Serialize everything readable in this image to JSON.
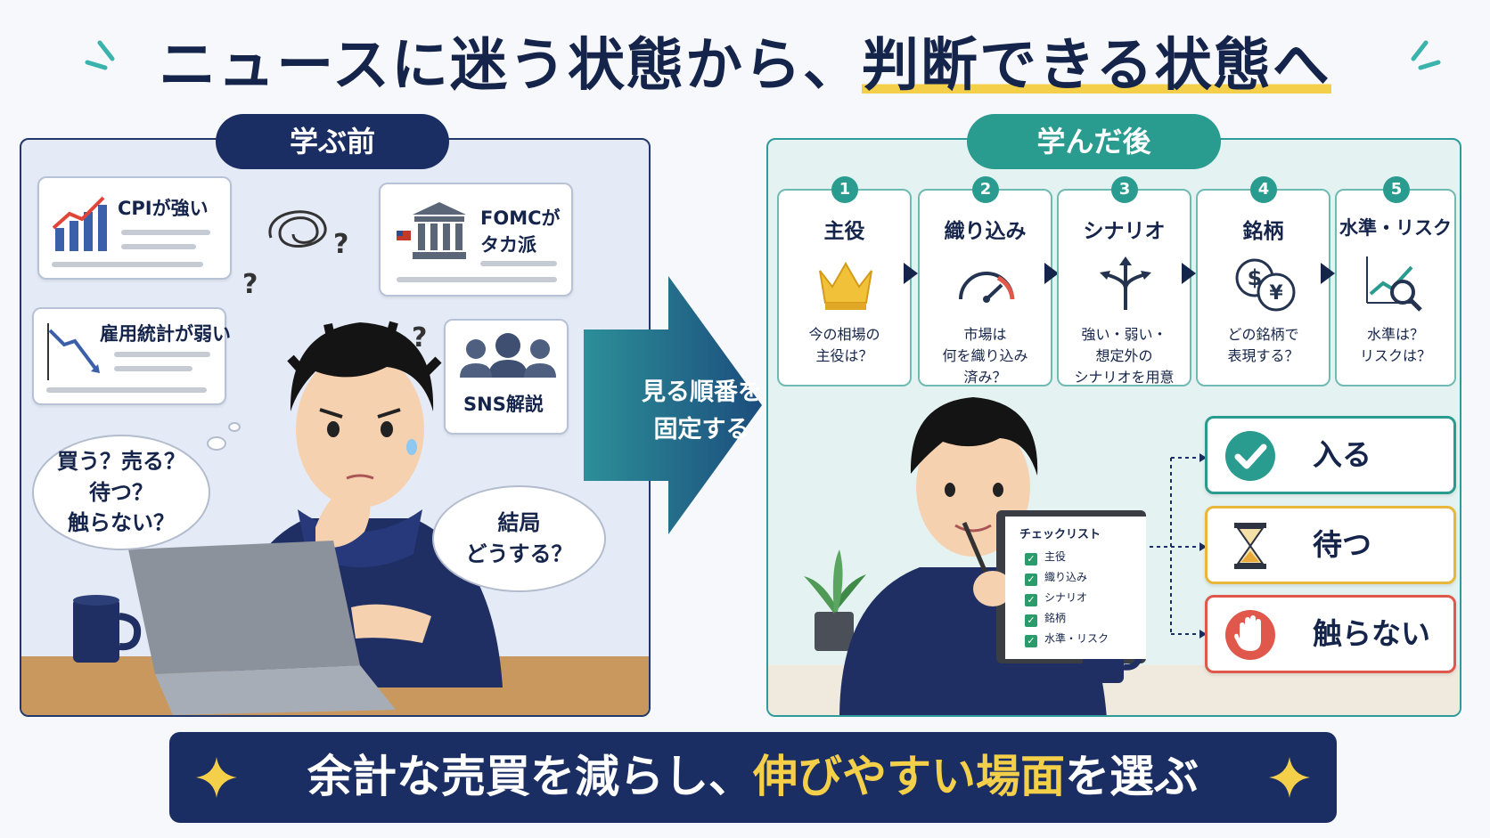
{
  "title": {
    "part1": "ニュースに迷う状態",
    "part2": "から、",
    "part3": "判断できる状態へ"
  },
  "before": {
    "tag": "学ぶ前",
    "news": [
      "CPIが強い",
      "FOMCが",
      "タカ派",
      "雇用統計が弱い",
      "SNS解説"
    ],
    "thoughts": {
      "left": [
        "買う？売る？",
        "待つ？",
        "触らない？"
      ],
      "right": [
        "結局",
        "どうする？"
      ]
    }
  },
  "arrow": {
    "line1": "見る順番を",
    "line2": "固定する"
  },
  "after": {
    "tag": "学んだ後",
    "steps": [
      {
        "num": "1",
        "title": "主役",
        "desc1": "今の相場の",
        "desc2": "主役は？",
        "desc3": ""
      },
      {
        "num": "2",
        "title": "織り込み",
        "desc1": "市場は",
        "desc2": "何を織り込み",
        "desc3": "済み？"
      },
      {
        "num": "3",
        "title": "シナリオ",
        "desc1": "強い・弱い・",
        "desc2": "想定外の",
        "desc3": "シナリオを用意"
      },
      {
        "num": "4",
        "title": "銘柄",
        "desc1": "どの銘柄で",
        "desc2": "表現する？",
        "desc3": ""
      },
      {
        "num": "5",
        "title": "水準・リスク",
        "desc1": "水準は？",
        "desc2": "リスクは？",
        "desc3": ""
      }
    ],
    "checklist": {
      "title": "チェックリスト",
      "items": [
        "主役",
        "織り込み",
        "シナリオ",
        "銘柄",
        "水準・リスク"
      ]
    },
    "decisions": [
      {
        "label": "入る",
        "icon": "check-icon",
        "color": "#2a9b8f"
      },
      {
        "label": "待つ",
        "icon": "hourglass-icon",
        "color": "#e8b73a"
      },
      {
        "label": "触らない",
        "icon": "stop-hand-icon",
        "color": "#e0574b"
      }
    ]
  },
  "banner": {
    "part1": "余計な売買を減らし、",
    "part2": "伸びやすい場面",
    "part3": "を選ぶ"
  },
  "colors": {
    "navy": "#1b2e63",
    "teal": "#2a9b8f",
    "yellow": "#f4cf4a"
  }
}
